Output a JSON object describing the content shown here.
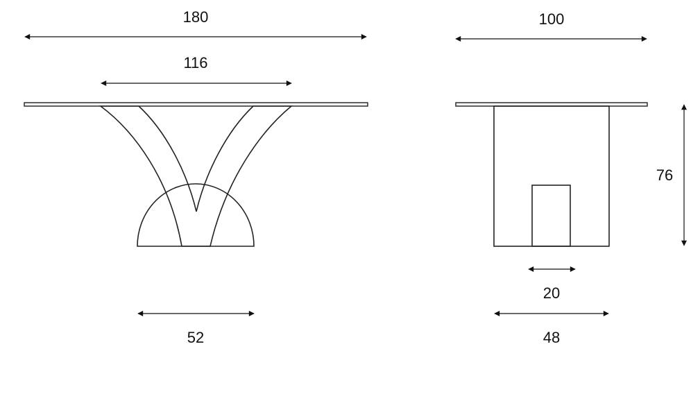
{
  "dimensions": {
    "front_length": "180",
    "front_leg_span": "116",
    "front_base_width": "52",
    "side_depth": "100",
    "side_height": "76",
    "side_inner_width": "20",
    "side_base_width": "48"
  }
}
